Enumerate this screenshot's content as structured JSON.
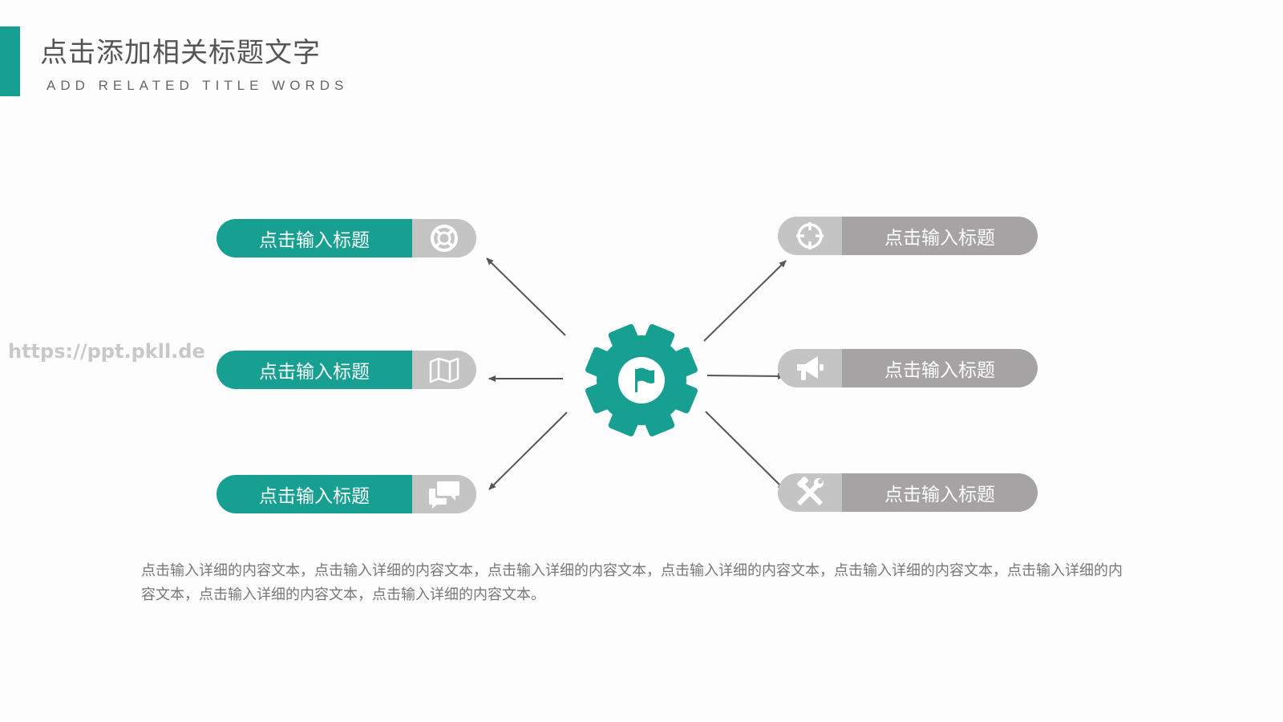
{
  "header": {
    "title": "点击添加相关标题文字",
    "subtitle": "ADD RELATED TITLE WORDS"
  },
  "watermark": "https://ppt.pkll.de",
  "center": {
    "icon": "flag-gear-icon"
  },
  "items_left": [
    {
      "label": "点击输入标题",
      "icon": "lifebuoy-icon"
    },
    {
      "label": "点击输入标题",
      "icon": "map-icon"
    },
    {
      "label": "点击输入标题",
      "icon": "chat-bubbles-icon"
    }
  ],
  "items_right": [
    {
      "label": "点击输入标题",
      "icon": "crosshair-icon"
    },
    {
      "label": "点击输入标题",
      "icon": "megaphone-icon"
    },
    {
      "label": "点击输入标题",
      "icon": "tools-icon"
    }
  ],
  "description": "点击输入详细的内容文本，点击输入详细的内容文本，点击输入详细的内容文本，点击输入详细的内容文本，点击输入详细的内容文本，点击输入详细的内容文本，点击输入详细的内容文本，点击输入详细的内容文本。",
  "colors": {
    "accent": "#17a091",
    "gray_pill": "#a5a3a4",
    "icon_bg": "#c4c4c4",
    "arrow": "#555555"
  }
}
